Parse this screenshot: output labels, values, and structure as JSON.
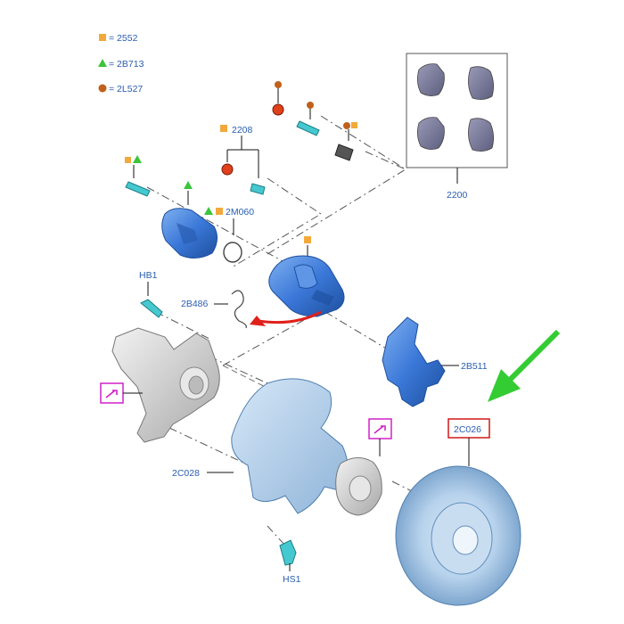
{
  "legend": {
    "items": [
      {
        "shape": "square",
        "color": "#f2a93b",
        "text": "= 2552"
      },
      {
        "shape": "triangle",
        "color": "#3cc43c",
        "text": "= 2B713"
      },
      {
        "shape": "circle",
        "color": "#c0601a",
        "text": "= 2L527"
      }
    ]
  },
  "parts": {
    "pads_label": "2200",
    "bolt_kit_label": "2208",
    "ring_label": "2M060",
    "bolt_hb1_label": "HB1",
    "clip_label": "2B486",
    "bracket_label": "2B511",
    "shield_label": "2C028",
    "disc_label": "2C026",
    "bolt_hs1_label": "HS1"
  },
  "colors": {
    "part_blue": "#3b78d8",
    "shield_blue": "#a9c8e6",
    "knuckle_gray": "#cfcfcf",
    "highlight_arrow": "#33cc33",
    "rotate_arrow": "#e0201a",
    "callout_frame_magenta": "#d020c8",
    "callout_frame_red": "#d01818",
    "label_blue": "#2a5db0"
  },
  "icons": {
    "knuckle_link": "tool-link-icon",
    "hub_link": "tool-link-icon"
  }
}
